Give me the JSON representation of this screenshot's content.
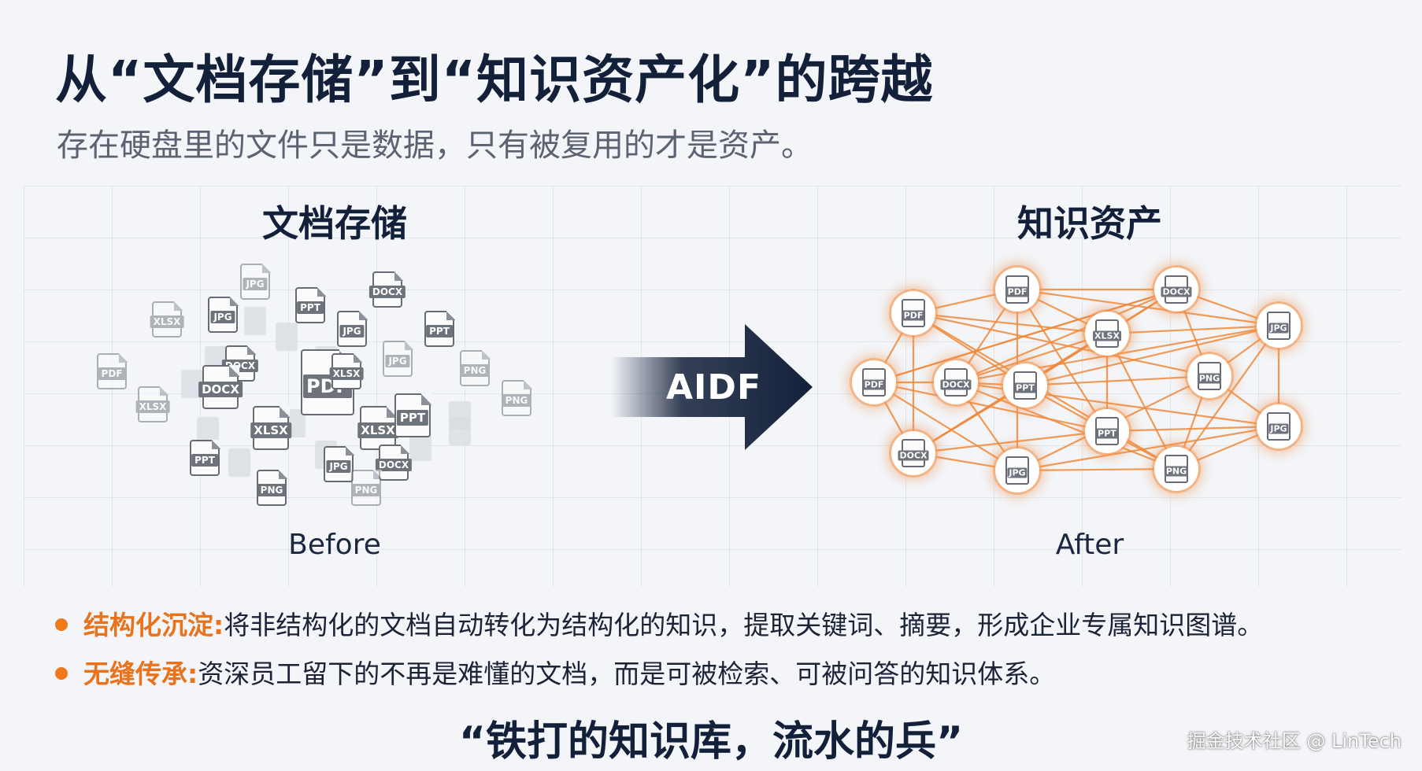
{
  "title": "从“文档存储”到“知识资产化”的跨越",
  "subtitle": "存在硬盘里的文件只是数据，只有被复用的才是资产。",
  "left_panel": {
    "heading": "文档存储",
    "caption": "Before",
    "files": [
      {
        "type": "JPG",
        "faded": true,
        "size": "s"
      },
      {
        "type": "XLSX",
        "faded": true,
        "size": "s"
      },
      {
        "type": "JPG",
        "faded": false,
        "size": "s"
      },
      {
        "type": "PPT",
        "faded": false,
        "size": "s"
      },
      {
        "type": "DOCX",
        "faded": false,
        "size": "s"
      },
      {
        "type": "PPT",
        "faded": false,
        "size": "s"
      },
      {
        "type": "JPG",
        "faded": false,
        "size": "s"
      },
      {
        "type": "DOCX",
        "faded": false,
        "size": "s"
      },
      {
        "type": "PDF",
        "faded": true,
        "size": "s"
      },
      {
        "type": "DOCX",
        "faded": false,
        "size": "m"
      },
      {
        "type": "PDF",
        "faded": false,
        "size": "l"
      },
      {
        "type": "XLSX",
        "faded": false,
        "size": "s"
      },
      {
        "type": "JPG",
        "faded": true,
        "size": "s"
      },
      {
        "type": "PNG",
        "faded": true,
        "size": "s"
      },
      {
        "type": "XLSX",
        "faded": true,
        "size": "s"
      },
      {
        "type": "XLSX",
        "faded": false,
        "size": "m"
      },
      {
        "type": "XLSX",
        "faded": false,
        "size": "m"
      },
      {
        "type": "PPT",
        "faded": false,
        "size": "m"
      },
      {
        "type": "PNG",
        "faded": true,
        "size": "s"
      },
      {
        "type": "PPT",
        "faded": false,
        "size": "s"
      },
      {
        "type": "DOCX",
        "faded": false,
        "size": "s"
      },
      {
        "type": "JPG",
        "faded": false,
        "size": "s"
      },
      {
        "type": "PNG",
        "faded": false,
        "size": "s"
      },
      {
        "type": "PNG",
        "faded": true,
        "size": "s"
      }
    ]
  },
  "arrow_label": "AIDF",
  "right_panel": {
    "heading": "知识资产",
    "caption": "After",
    "nodes": [
      {
        "type": "PDF"
      },
      {
        "type": "PDF"
      },
      {
        "type": "DOCX"
      },
      {
        "type": "JPG"
      },
      {
        "type": "XLSX"
      },
      {
        "type": "PDF"
      },
      {
        "type": "DOCX"
      },
      {
        "type": "PPT"
      },
      {
        "type": "PNG"
      },
      {
        "type": "PPT"
      },
      {
        "type": "JPG"
      },
      {
        "type": "DOCX"
      },
      {
        "type": "JPG"
      },
      {
        "type": "PNG"
      }
    ]
  },
  "bullets": [
    {
      "key": "结构化沉淀:",
      "text": "将非结构化的文档自动转化为结构化的知识，提取关键词、摘要，形成企业专属知识图谱。"
    },
    {
      "key": "无缝传承:",
      "text": "资深员工留下的不再是难懂的文档，而是可被检索、可被问答的知识体系。"
    }
  ],
  "motto": "“铁打的知识库，流水的兵”",
  "watermark": "掘金技术社区 @ LinTech",
  "colors": {
    "accent": "#f07a1a",
    "edge": "#ef8a3c",
    "dark_navy": "#13203a"
  }
}
